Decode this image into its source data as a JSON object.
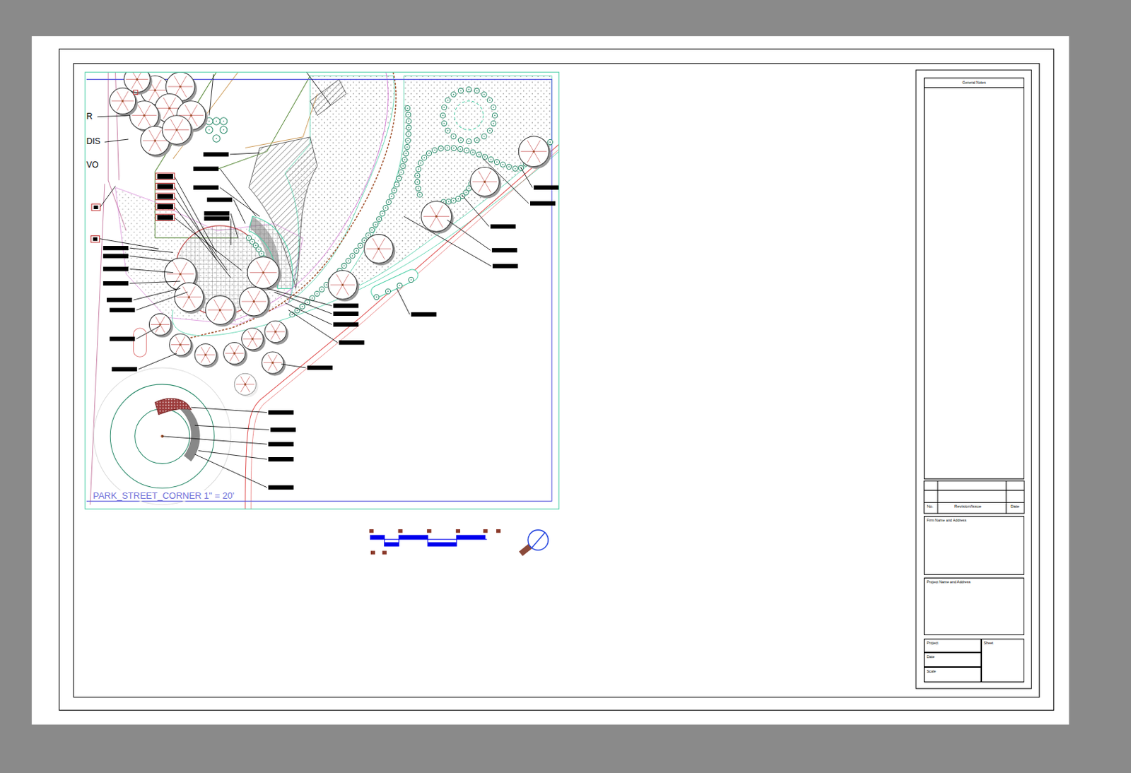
{
  "diagram": {
    "title": "PARK_STREET_CORNER 1\" = 20'",
    "nodes": [
      {
        "text": [
          "General Notes"
        ]
      },
      {
        "text": [
          "Firm Name and Address"
        ]
      },
      {
        "text": [
          "Project Name and Address"
        ]
      },
      {
        "text": [
          "Project"
        ]
      },
      {
        "text": [
          "Date"
        ]
      },
      {
        "text": [
          "Scale"
        ]
      },
      {
        "text": [
          "Sheet"
        ]
      }
    ],
    "labels": [
      "No.",
      "Revision/Issue",
      "Date",
      "R",
      "DIS",
      "VO"
    ]
  }
}
